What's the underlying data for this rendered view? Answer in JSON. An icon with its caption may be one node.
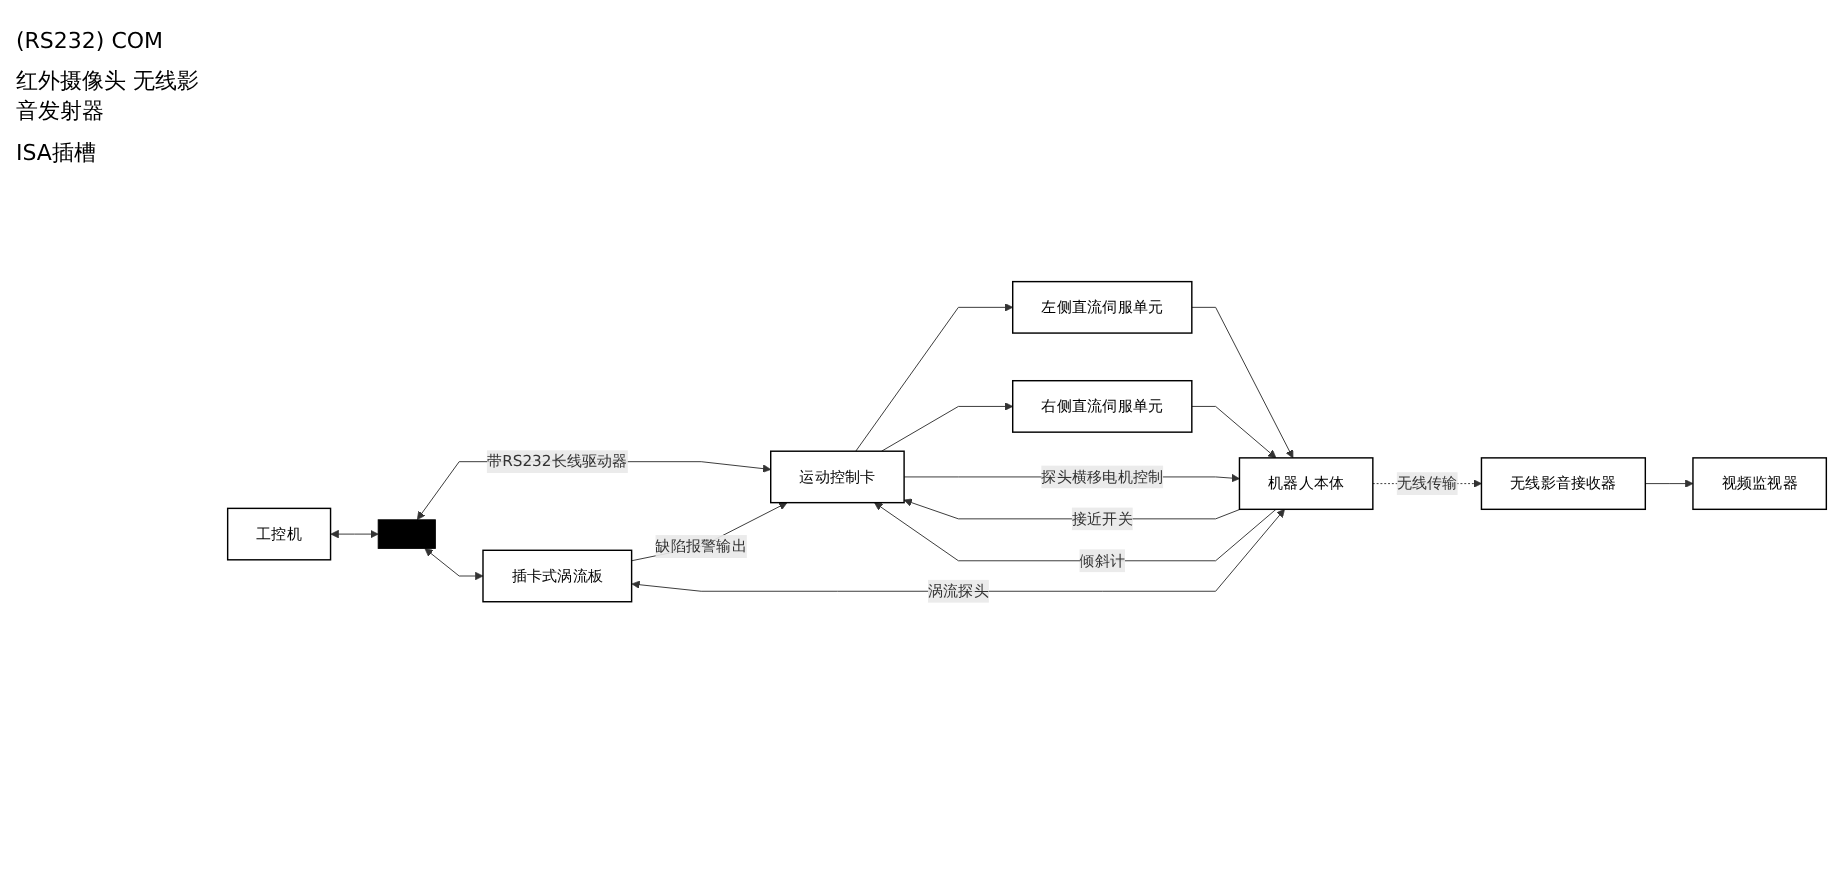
{
  "diagram": {
    "nodes": [
      {
        "text": [
          "工控机"
        ]
      },
      {
        "text": [],
        "shape": "bar"
      },
      {
        "text": [
          "运动控制卡"
        ]
      },
      {
        "text": [
          "左侧直流伺服单元"
        ]
      },
      {
        "text": [
          "右侧直流伺服单元"
        ]
      },
      {
        "text": [
          "机器人本体"
        ]
      },
      {
        "text": [
          "插卡式涡流板"
        ]
      },
      {
        "text": [
          "视频监视器"
        ]
      },
      {
        "text": [
          "无线影音接收器"
        ]
      }
    ],
    "edges": [
      {
        "from": 0,
        "to": 1,
        "arrow": "both"
      },
      {
        "from": 1,
        "to": 2,
        "arrow": "both",
        "label": "带RS232长线驱动器"
      },
      {
        "from": 1,
        "to": 6,
        "arrow": "both"
      },
      {
        "from": 2,
        "to": 3,
        "arrow": "to"
      },
      {
        "from": 2,
        "to": 4,
        "arrow": "to"
      },
      {
        "from": 3,
        "to": 5,
        "arrow": "to"
      },
      {
        "from": 4,
        "to": 5,
        "arrow": "to"
      },
      {
        "from": 5,
        "to": 2,
        "arrow": "to",
        "label": "接近开关"
      },
      {
        "from": 5,
        "to": 2,
        "arrow": "to",
        "label": "倾斜计"
      },
      {
        "from": 2,
        "to": 5,
        "arrow": "to",
        "label": "探头横移电机控制"
      },
      {
        "from": 6,
        "to": 2,
        "arrow": "to",
        "label": "缺陷报警输出"
      },
      {
        "from": 6,
        "to": 5,
        "arrow": "both",
        "label": "涡流探头"
      },
      {
        "from": 5,
        "to": 8,
        "arrow": "to",
        "style": "dashed",
        "label": "无线传输"
      },
      {
        "from": 8,
        "to": 7,
        "arrow": "to"
      }
    ],
    "labels": [
      "(RS232) COM",
      "红外摄像头 无线影音发射器",
      "ISA插槽"
    ]
  }
}
